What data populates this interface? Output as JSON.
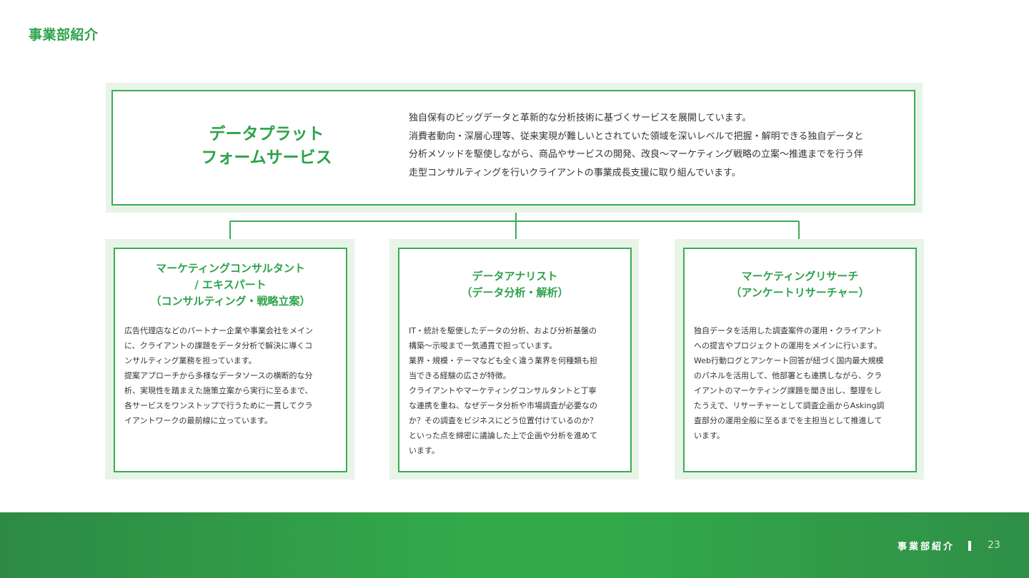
{
  "page_title": "事業部紹介",
  "top_box": {
    "heading_lines": [
      "データプラット",
      "フォームサービス"
    ],
    "description_lines": [
      "独自保有のビッグデータと革新的な分析技術に基づくサービスを展開しています。",
      "消費者動向・深層心理等、従来実現が難しいとされていた領域を深いレベルで把握・解明できる独自データと",
      "分析メソッドを駆使しながら、商品やサービスの開発、改良〜マーケティング戦略の立案〜推進までを行う伴",
      "走型コンサルティングを行いクライアントの事業成長支援に取り組んでいます。"
    ]
  },
  "cards": [
    {
      "title_lines": [
        "マーケティングコンサルタント",
        "/ エキスパート",
        "（コンサルティング・戦略立案）"
      ],
      "body_lines": [
        "広告代理店などのパートナー企業や事業会社をメイン",
        "に、クライアントの課題をデータ分析で解決に導くコ",
        "ンサルティング業務を担っています。",
        "提案アプローチから多様なデータソースの横断的な分",
        "析、実現性を踏まえた施策立案から実行に至るまで、",
        "各サービスをワンストップで行うために一貫してクラ",
        "イアントワークの最前線に立っています。"
      ]
    },
    {
      "title_lines": [
        "データアナリスト",
        "（データ分析・解析）"
      ],
      "body_lines": [
        "IT・統計を駆使したデータの分析、および分析基盤の",
        "構築〜示唆まで一気通貫で担っています。",
        "業界・規模・テーマなども全く違う業界を何種類も担",
        "当できる経験の広さが特徴。",
        "クライアントやマーケティングコンサルタントと丁寧",
        "な連携を重ね、なぜデータ分析や市場調査が必要なの",
        "か？その調査をビジネスにどう位置付けているのか？",
        "といった点を綿密に議論した上で企画や分析を進めて",
        "います。"
      ]
    },
    {
      "title_lines": [
        "マーケティングリサーチ",
        "（アンケートリサーチャー）"
      ],
      "body_lines": [
        "独自データを活用した調査案件の運用・クライアント",
        "への提言やプロジェクトの運用をメインに行います。",
        "Web行動ログとアンケート回答が紐づく国内最大規模",
        "のパネルを活用して、他部署とも連携しながら、クラ",
        "イアントのマーケティング課題を聞き出し、整理をし",
        "たうえで、リサーチャーとして調査企画からAsking調",
        "査部分の運用全般に至るまでを主担当として推進して",
        "います。"
      ]
    }
  ],
  "footer": {
    "label": "事業部紹介",
    "page_number": "23"
  },
  "colors": {
    "accent": "#2ca24a",
    "box_border": "#3cab54",
    "box_shadow_bg": "#e8f4e8",
    "footer_green": "#33a94a"
  }
}
